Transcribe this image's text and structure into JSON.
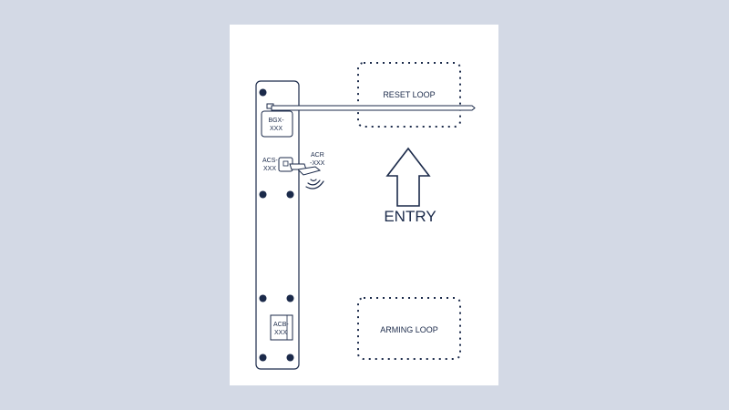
{
  "diagram": {
    "colors": {
      "page_bg": "#d3d9e5",
      "sheet_bg": "#ffffff",
      "stroke": "#1b2a4a"
    },
    "labels": {
      "reset_loop": "RESET LOOP",
      "arming_loop": "ARMING LOOP",
      "entry": "ENTRY",
      "bgx_line1": "BGX-",
      "bgx_line2": "XXX",
      "acs_line1": "ACS-",
      "acs_line2": "XXX",
      "acr_line1": "ACR",
      "acr_line2": "-XXX",
      "acb_line1": "ACB-",
      "acb_line2": "XXX"
    },
    "icons": [
      "arrow-up-icon",
      "wireless-signal-icon"
    ]
  }
}
